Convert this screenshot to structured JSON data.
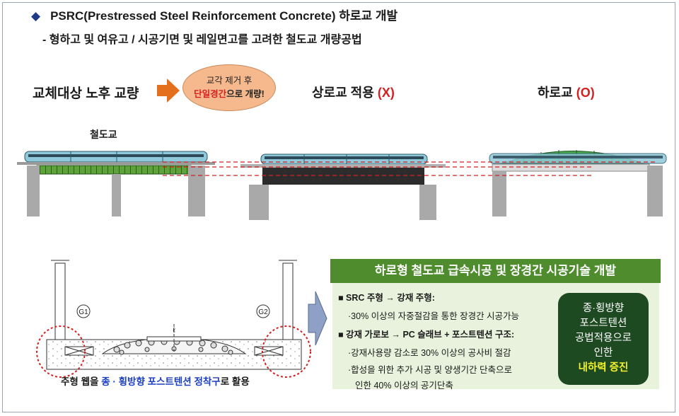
{
  "header": {
    "title": "PSRC(Prestressed Steel Reinforcement Concrete) 하로교 개발",
    "subtitle": "- 형하고 및 여유고 / 시공기면 및 레일면고를 고려한 철도교 개량공법"
  },
  "top": {
    "target_label": "교체대상 노후 교량",
    "oval_line1": "교각 제거 후",
    "oval_red": "단일경간",
    "oval_rest": "으로 개량!",
    "deck_label": "상로교 적용",
    "deck_mark": "(X)",
    "through_label": "하로교",
    "through_mark": "(O)",
    "rail_bridge_label": "철도교"
  },
  "section": {
    "g1": "G1",
    "g2": "G2",
    "cl": "ℓ"
  },
  "caption": {
    "part1": "주형 웹을 ",
    "part2": "종 · 횡방향 포스트텐션 정착구",
    "part3": "로 활용"
  },
  "panel": {
    "title": "하로형 철도교 급속시공 및 장경간 시공기술 개발",
    "items": [
      {
        "text": "■ SRC 주형 → 강재 주형:",
        "bold": true
      },
      {
        "text": "·30% 이상의 자중절감을 통한 장경간 시공가능",
        "bold": false
      },
      {
        "text": "■ 강재 가로보 → PC 슬래브 + 포스트텐션 구조:",
        "bold": true
      },
      {
        "text": "·강재사용량 감소로 30% 이상의 공사비 절감",
        "bold": false
      },
      {
        "text": "·합성을 위한 추가 시공 및 양생기간 단축으로",
        "bold": false
      },
      {
        "text": "인한 40% 이상의 공기단축",
        "bold": false
      }
    ],
    "badge_line1": "종·횡방향",
    "badge_line2": "포스트텐션",
    "badge_line3": "공법적용으로",
    "badge_line4": "인한",
    "badge_highlight": "내하력 증진"
  },
  "colors": {
    "accent_red": "#d42020",
    "panel_green": "#4e8c2e",
    "badge_green": "#1e4a22",
    "highlight_yellow": "#f2f22a",
    "caption_blue": "#1b3fbf",
    "oval_orange": "#f6b98d",
    "arrow_orange": "#e4701e"
  }
}
